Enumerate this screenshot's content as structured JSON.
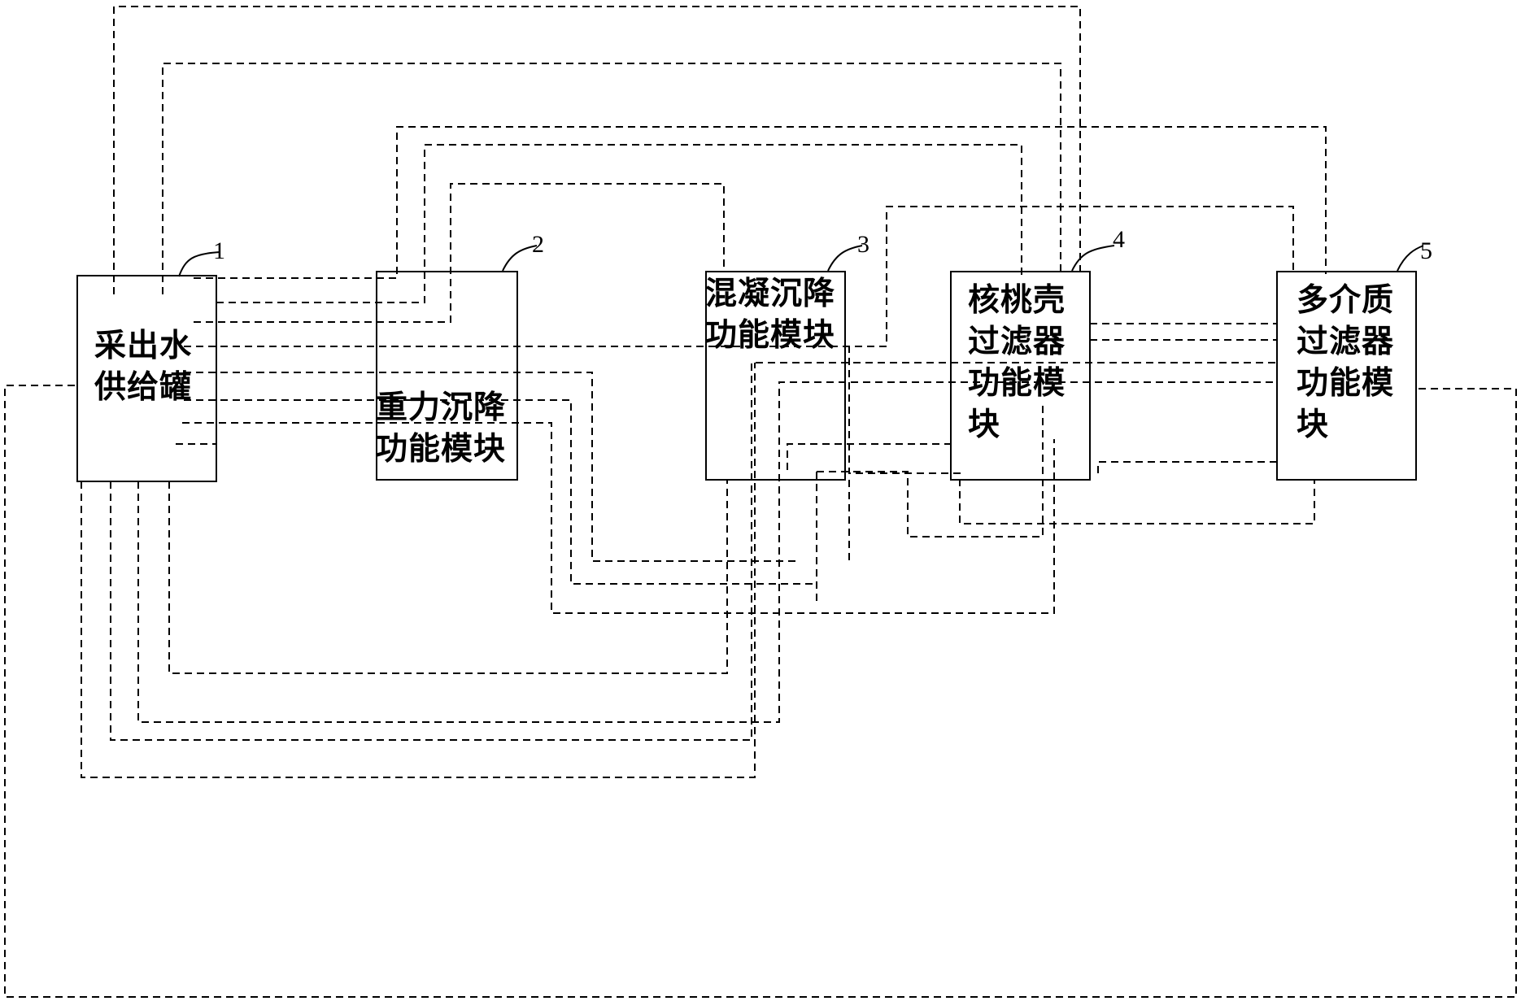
{
  "modules": [
    {
      "number": "1",
      "label": "采出水\n供给罐"
    },
    {
      "number": "2",
      "label": "重力沉降\n功能模块"
    },
    {
      "number": "3",
      "label": "混凝沉降\n功能模块"
    },
    {
      "number": "4",
      "label": "核桃壳\n过滤器\n功能模\n块"
    },
    {
      "number": "5",
      "label": "多介质\n过滤器\n功能模\n块"
    }
  ],
  "line_style": "dashed",
  "colors": {
    "stroke": "#000000",
    "background": "#ffffff"
  }
}
